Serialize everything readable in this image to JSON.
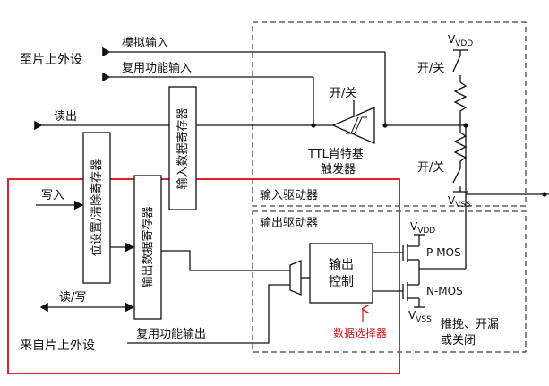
{
  "labels": {
    "to_peripheral": "至片上外设",
    "analog_input": "模拟输入",
    "alt_func_input": "复用功能输入",
    "read_out": "读出",
    "input_data_register": "输入数据寄存器",
    "bit_set_reset_register": "位设置/清除寄存器",
    "write_in": "写入",
    "output_data_register": "输出数据寄存器",
    "read_write": "读/写",
    "from_peripheral": "来自片上外设",
    "alt_func_output": "复用功能输出",
    "switch_top": "开/关",
    "switch_mid": "开/关",
    "switch_bottom": "开/关",
    "vdd_top": "VDD",
    "vss_bottom": "VSS",
    "vdd_mos": "VDD",
    "vss_mos": "VSS",
    "ttl_schmitt": "TTL肖特基",
    "trigger": "触发器",
    "input_driver": "输入驱动器",
    "output_driver": "输出驱动器",
    "output_control_1": "输出",
    "output_control_2": "控制",
    "p_mos": "P-MOS",
    "n_mos": "N-MOS",
    "push_pull": "推挽、开漏",
    "or_off": "或关闭",
    "data_selector": "数据选择器"
  },
  "colors": {
    "line": "#111111",
    "highlight_box": "#e0202a",
    "annotation": "#d11a1a"
  }
}
